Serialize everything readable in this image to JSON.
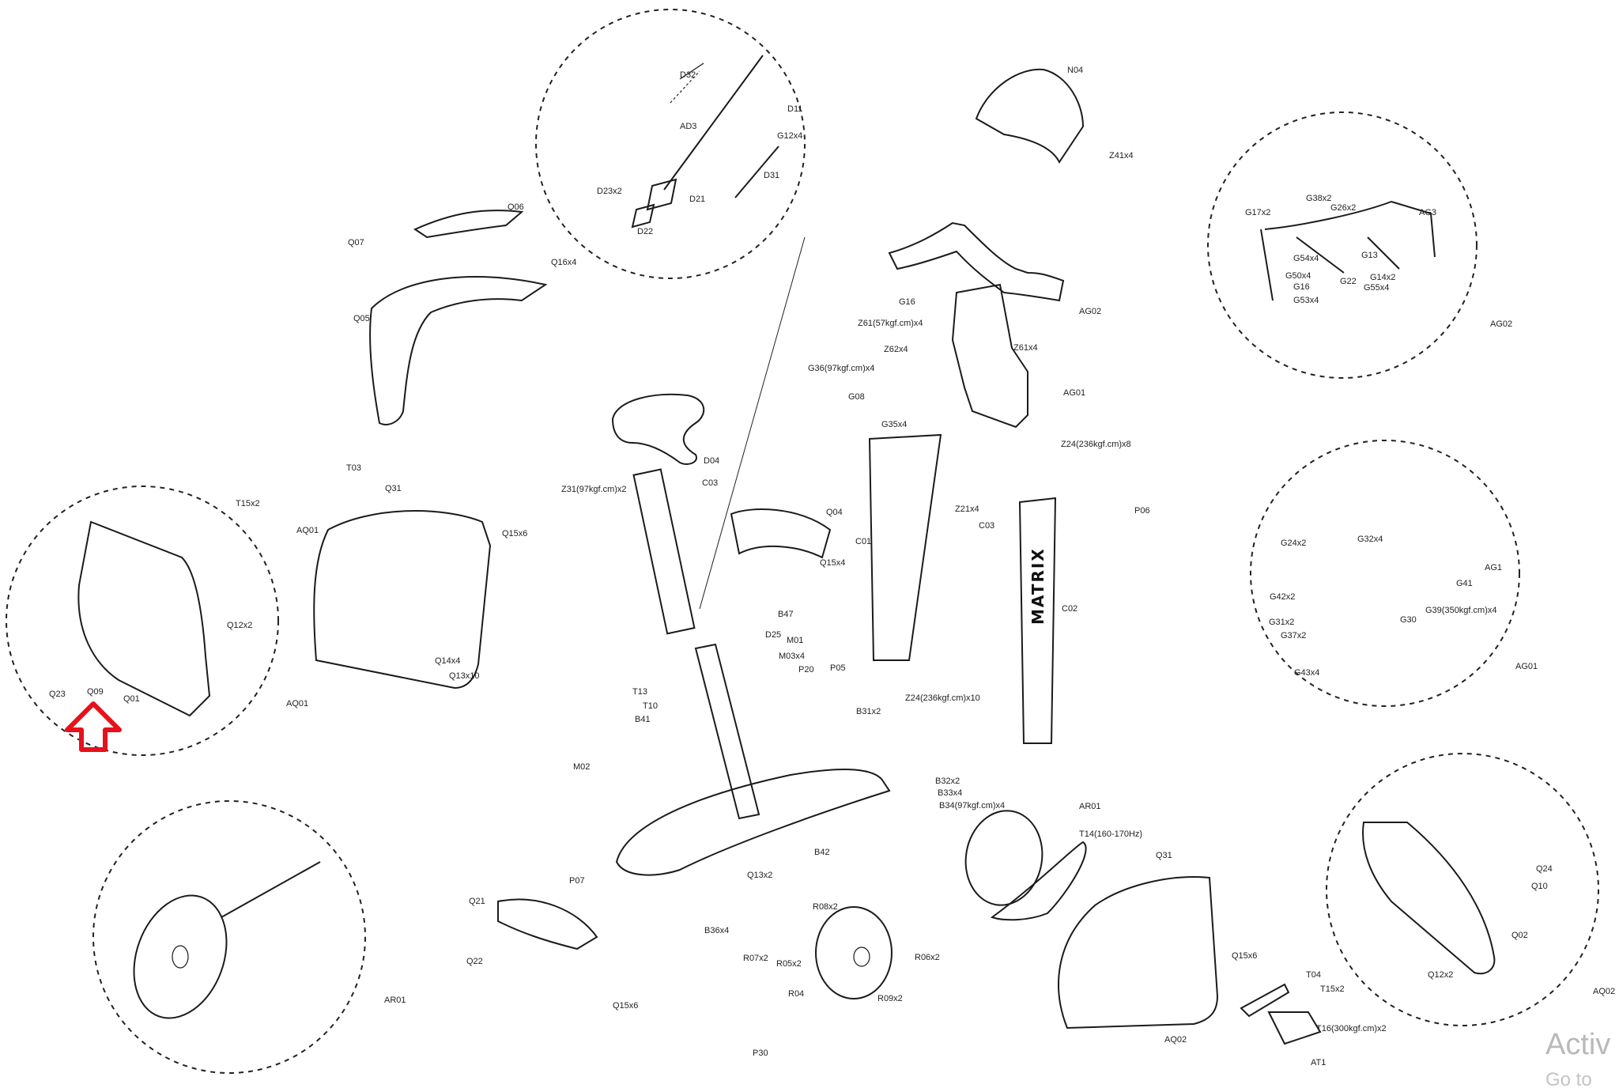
{
  "brand": "MATRIX",
  "watermark": {
    "line1": "Activ",
    "line2": "Go to"
  },
  "groups": [
    {
      "name": "seat-post",
      "labels": [
        "D32",
        "D11",
        "AD3",
        "G12x4",
        "D31",
        "D23x2",
        "D21",
        "D22"
      ]
    },
    {
      "name": "console-mount",
      "labels": [
        "N04",
        "Z41x4"
      ]
    },
    {
      "name": "handlebar",
      "labels": [
        "G17x2",
        "G38x2",
        "G26x2",
        "AG3",
        "G54x4",
        "G13",
        "G50x4",
        "G16",
        "G22",
        "G14x2",
        "G55x4",
        "G53x4",
        "AG02"
      ]
    },
    {
      "name": "shroud-top",
      "labels": [
        "Q06",
        "Q07",
        "Q16x4",
        "Q05"
      ]
    },
    {
      "name": "stem",
      "labels": [
        "G16",
        "Z61(57kgf.cm)x4",
        "Z62x4",
        "Z61x4",
        "G36(97kgf.cm)x4",
        "G08",
        "G35x4",
        "AG02",
        "AG01",
        "Z24(236kgf.cm)x8"
      ]
    },
    {
      "name": "seat",
      "labels": [
        "D04",
        "C03",
        "Z31(97kgf.cm)x2",
        "Q04",
        "Q15x4",
        "B47",
        "D25",
        "M01",
        "M03x4",
        "P20",
        "P05",
        "B31x2",
        "T13",
        "T10",
        "B41",
        "M02"
      ]
    },
    {
      "name": "cover-left",
      "labels": [
        "T03",
        "T15x2",
        "Q31",
        "AQ01",
        "Q15x6",
        "Q14x4",
        "Q13x10"
      ]
    },
    {
      "name": "cover-detail",
      "labels": [
        "Q12x2",
        "Q23",
        "Q09",
        "Q01",
        "AQ01"
      ]
    },
    {
      "name": "column",
      "labels": [
        "Z21x4",
        "C03",
        "C01",
        "Z24(236kgf.cm)x10",
        "P06",
        "C02"
      ]
    },
    {
      "name": "electronics",
      "labels": [
        "G24x2",
        "G32x4",
        "G41",
        "AG1",
        "G42x2",
        "G39(350kgf.cm)x4",
        "G31x2",
        "G30",
        "G37x2",
        "G43x4",
        "AG01"
      ]
    },
    {
      "name": "base",
      "labels": [
        "B32x2",
        "B33x4",
        "B34(97kgf.cm)x4",
        "AR01",
        "T14(160-170Hz)",
        "Q31",
        "B42",
        "P07",
        "Q13x2",
        "B36x4",
        "Q21",
        "Q22",
        "Q15x6"
      ]
    },
    {
      "name": "flywheel",
      "labels": [
        "R08x2",
        "R07x2",
        "R05x2",
        "R06x2",
        "R04",
        "R09x2",
        "P30"
      ]
    },
    {
      "name": "cover-right",
      "labels": [
        "Q15x6",
        "T04",
        "T15x2",
        "T16(300kgf.cm)x2",
        "AT1",
        "AQ02"
      ]
    },
    {
      "name": "pulley-detail",
      "labels": [
        "AR01"
      ]
    },
    {
      "name": "cover-right-detail",
      "labels": [
        "Q24",
        "Q10",
        "Q02",
        "Q12x2",
        "AQ02"
      ]
    }
  ],
  "highlight": {
    "color": "#e8101a",
    "target": "Q09"
  }
}
